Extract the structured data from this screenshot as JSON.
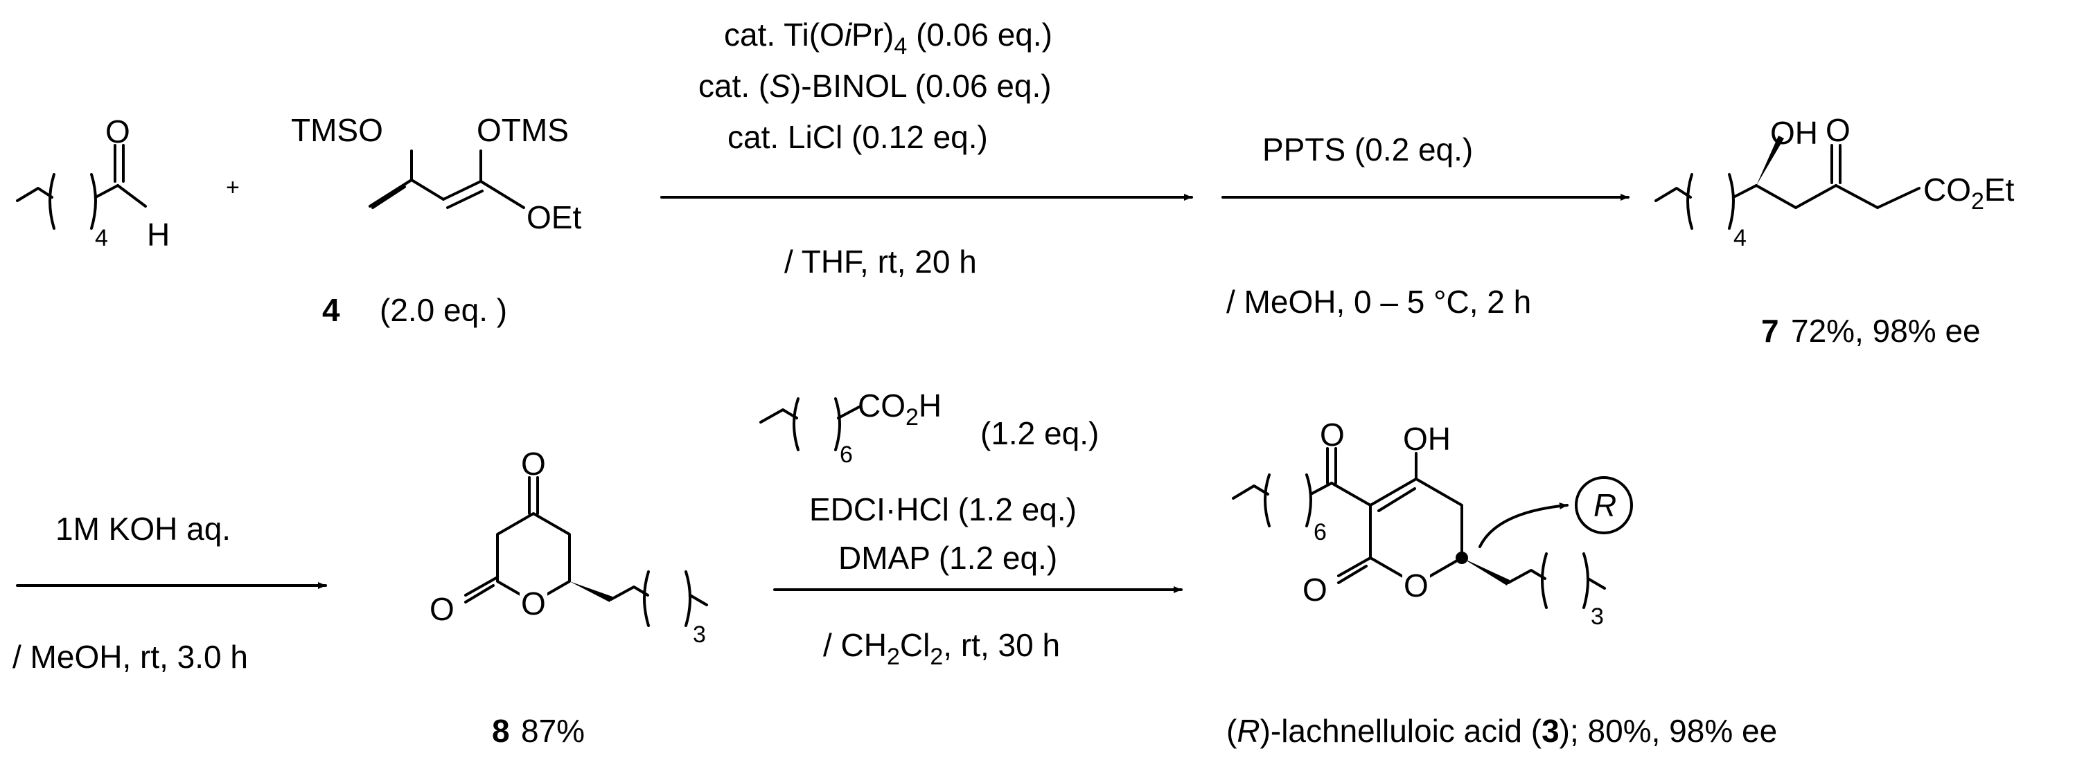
{
  "top": {
    "aldehyde": {
      "o": "O",
      "h": "H",
      "sub": "4"
    },
    "plus": "+",
    "diene": {
      "tmso": "TMSO",
      "otms": "OTMS",
      "oet": "OEt",
      "label": "4",
      "eq": "(2.0 eq. )"
    },
    "step1": {
      "line1_pre": "cat. Ti(O",
      "line1_ital": "i",
      "line1_mid": "Pr)",
      "line1_sub": "4",
      "line1_post": " (0.06 eq.)",
      "line2_pre": "cat. (",
      "line2_ital": "S",
      "line2_post": ")-BINOL (0.06 eq.)",
      "line3": "cat. LiCl (0.12 eq.)",
      "cond": "/ THF, rt, 20 h"
    },
    "step2": {
      "reagent": "PPTS (0.2 eq.)",
      "cond": "/ MeOH, 0 – 5 °C, 2 h"
    },
    "product7": {
      "oh": "OH",
      "o": "O",
      "co2et_pre": "CO",
      "co2et_sub": "2",
      "co2et_post": "Et",
      "sub": "4",
      "label": "7",
      "yield": "72%, 98% ee"
    }
  },
  "bottom": {
    "step3": {
      "reagent": "1M KOH aq.",
      "cond": "/ MeOH, rt, 3.0 h"
    },
    "product8": {
      "o_top": "O",
      "o_left": "O",
      "o_ring": "O",
      "sub": "3",
      "label": "8",
      "yield": "87%"
    },
    "step4": {
      "acid_pre": "CO",
      "acid_sub": "2",
      "acid_post": "H",
      "acid_chain_sub": "6",
      "acid_eq": "(1.2 eq.)",
      "line1": "EDCI·HCl (1.2 eq.)",
      "line2": "DMAP (1.2 eq.)",
      "cond_pre": "/ CH",
      "cond_sub1": "2",
      "cond_mid": "Cl",
      "cond_sub2": "2",
      "cond_post": ", rt, 30 h"
    },
    "product3": {
      "o_acyl": "O",
      "oh": "OH",
      "o_left": "O",
      "o_ring": "O",
      "chain_sub": "6",
      "tail_sub": "3",
      "stereo": "R",
      "name_pre": "(",
      "name_ital": "R",
      "name_mid": ")-lachnelluloic acid (",
      "name_bold": "3",
      "name_post": "); 80%, 98% ee"
    }
  }
}
